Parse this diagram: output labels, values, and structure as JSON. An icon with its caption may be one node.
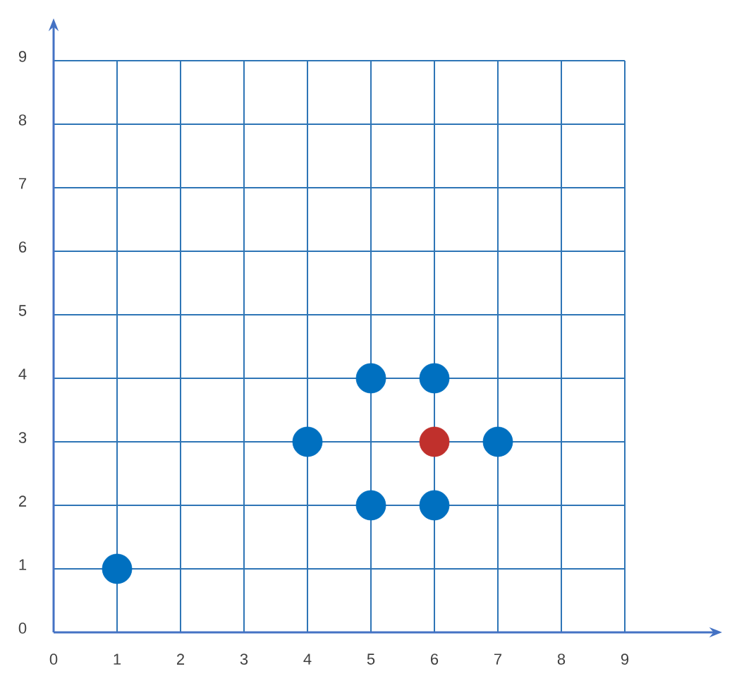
{
  "diagram": {
    "nodes": [
      {
        "text": [],
        "shape": "circle"
      },
      {
        "text": [],
        "shape": "circle"
      },
      {
        "text": [],
        "shape": "circle"
      },
      {
        "text": [],
        "shape": "circle"
      },
      {
        "text": [],
        "shape": "circle"
      },
      {
        "text": [],
        "shape": "circle"
      },
      {
        "text": [],
        "shape": "circle"
      },
      {
        "text": [],
        "shape": "circle"
      }
    ],
    "labels": [
      "9",
      "8",
      "7",
      "6",
      "5",
      "4",
      "3",
      "2",
      "1",
      "0",
      "0",
      "1",
      "2",
      "3",
      "4",
      "5",
      "6",
      "7",
      "8",
      "9"
    ]
  }
}
